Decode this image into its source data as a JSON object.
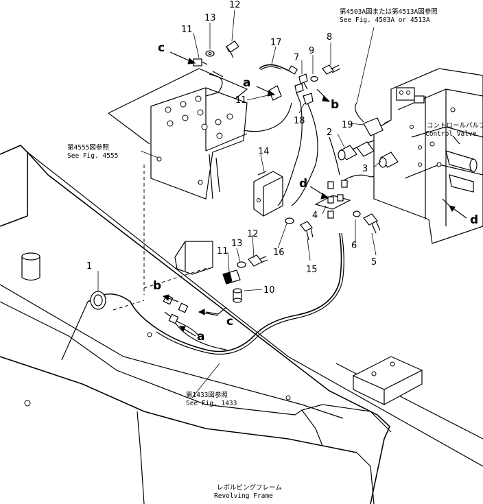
{
  "labels": {
    "callouts": [
      "1",
      "2",
      "3",
      "4",
      "5",
      "6",
      "7",
      "8",
      "9",
      "10",
      "11",
      "11",
      "11",
      "12",
      "12",
      "13",
      "13",
      "14",
      "15",
      "16",
      "17",
      "18",
      "19"
    ],
    "letters": [
      "a",
      "a",
      "b",
      "b",
      "c",
      "c",
      "d",
      "d"
    ]
  },
  "references": {
    "ref_4503_jp": "第4503A図または第4513A図参照",
    "ref_4503_en": "See Fig. 4503A or 4513A",
    "ref_4555_jp": "第4555図参照",
    "ref_4555_en": "See Fig. 4555",
    "ref_1433_jp": "第1433図参照",
    "ref_1433_en": "See Fig. 1433",
    "control_valve_jp": "コントロールバルブ",
    "control_valve_en": "Control Valve",
    "frame_jp": "レボルビングフレーム",
    "frame_en": "Revolving Frame"
  }
}
